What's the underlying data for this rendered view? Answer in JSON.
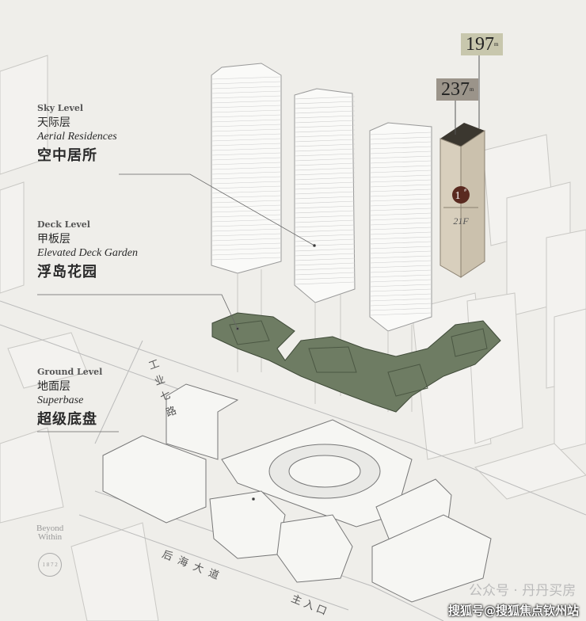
{
  "levels": [
    {
      "en_short": "Sky Level",
      "cn_short": "天际层",
      "en_long": "Aerial Residences",
      "cn_long": "空中居所"
    },
    {
      "en_short": "Deck Level",
      "cn_short": "甲板层",
      "en_long": "Elevated Deck Garden",
      "cn_long": "浮岛花园"
    },
    {
      "en_short": "Ground Level",
      "cn_short": "地面层",
      "en_long": "Superbase",
      "cn_long": "超级底盘"
    }
  ],
  "height_tags": [
    {
      "value": "197",
      "unit": "m"
    },
    {
      "value": "237",
      "unit": "m"
    }
  ],
  "tower": {
    "number": "1",
    "suffix": "#",
    "floors": "21F"
  },
  "roads": {
    "vertical": "工业七路",
    "main": "后海大道",
    "entrance": "主入口"
  },
  "logo": {
    "line1": "Beyond",
    "line2": "Within",
    "year": "1 8 7 2"
  },
  "watermarks": {
    "wechat": "公众号 · 丹丹买房",
    "sohu": "搜狐号@搜狐焦点钦州站"
  },
  "colors": {
    "deck": "#6e7c63",
    "tag_light": "#c8c7ad",
    "tag_dark": "#9b948a",
    "tower_badge": "#5a2a20",
    "tower_body": "#d8cfbd"
  }
}
